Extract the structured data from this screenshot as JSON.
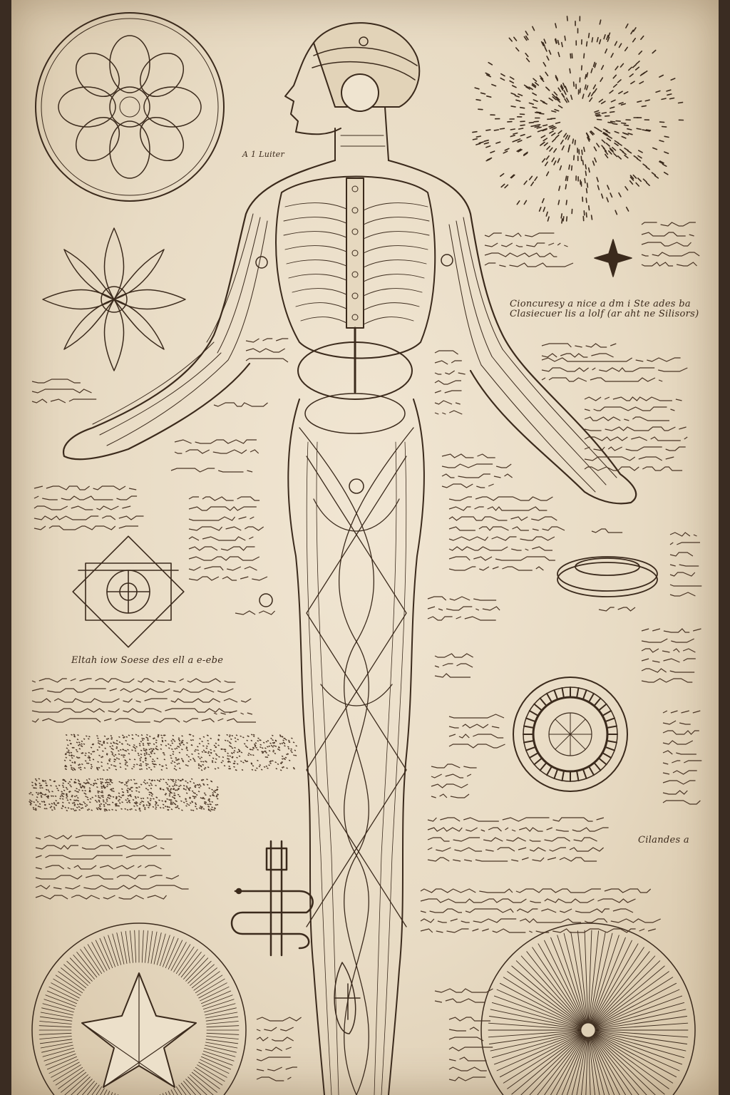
{
  "palette": {
    "ink": "#3b2a1c",
    "paper": "#ede2cf",
    "border": "#3a2c22"
  },
  "annotations": {
    "label_top_left": "A 1 Luiter",
    "label_top_right_main": "Cioncuresy a nice a dm i Ste ades ba\nClasiecuer lis a lolf (ar aht ne Silisors)",
    "label_mid_center": "Eltah iow Soese des ell a e-ebe",
    "label_bottom_right": "Cilandes a"
  }
}
